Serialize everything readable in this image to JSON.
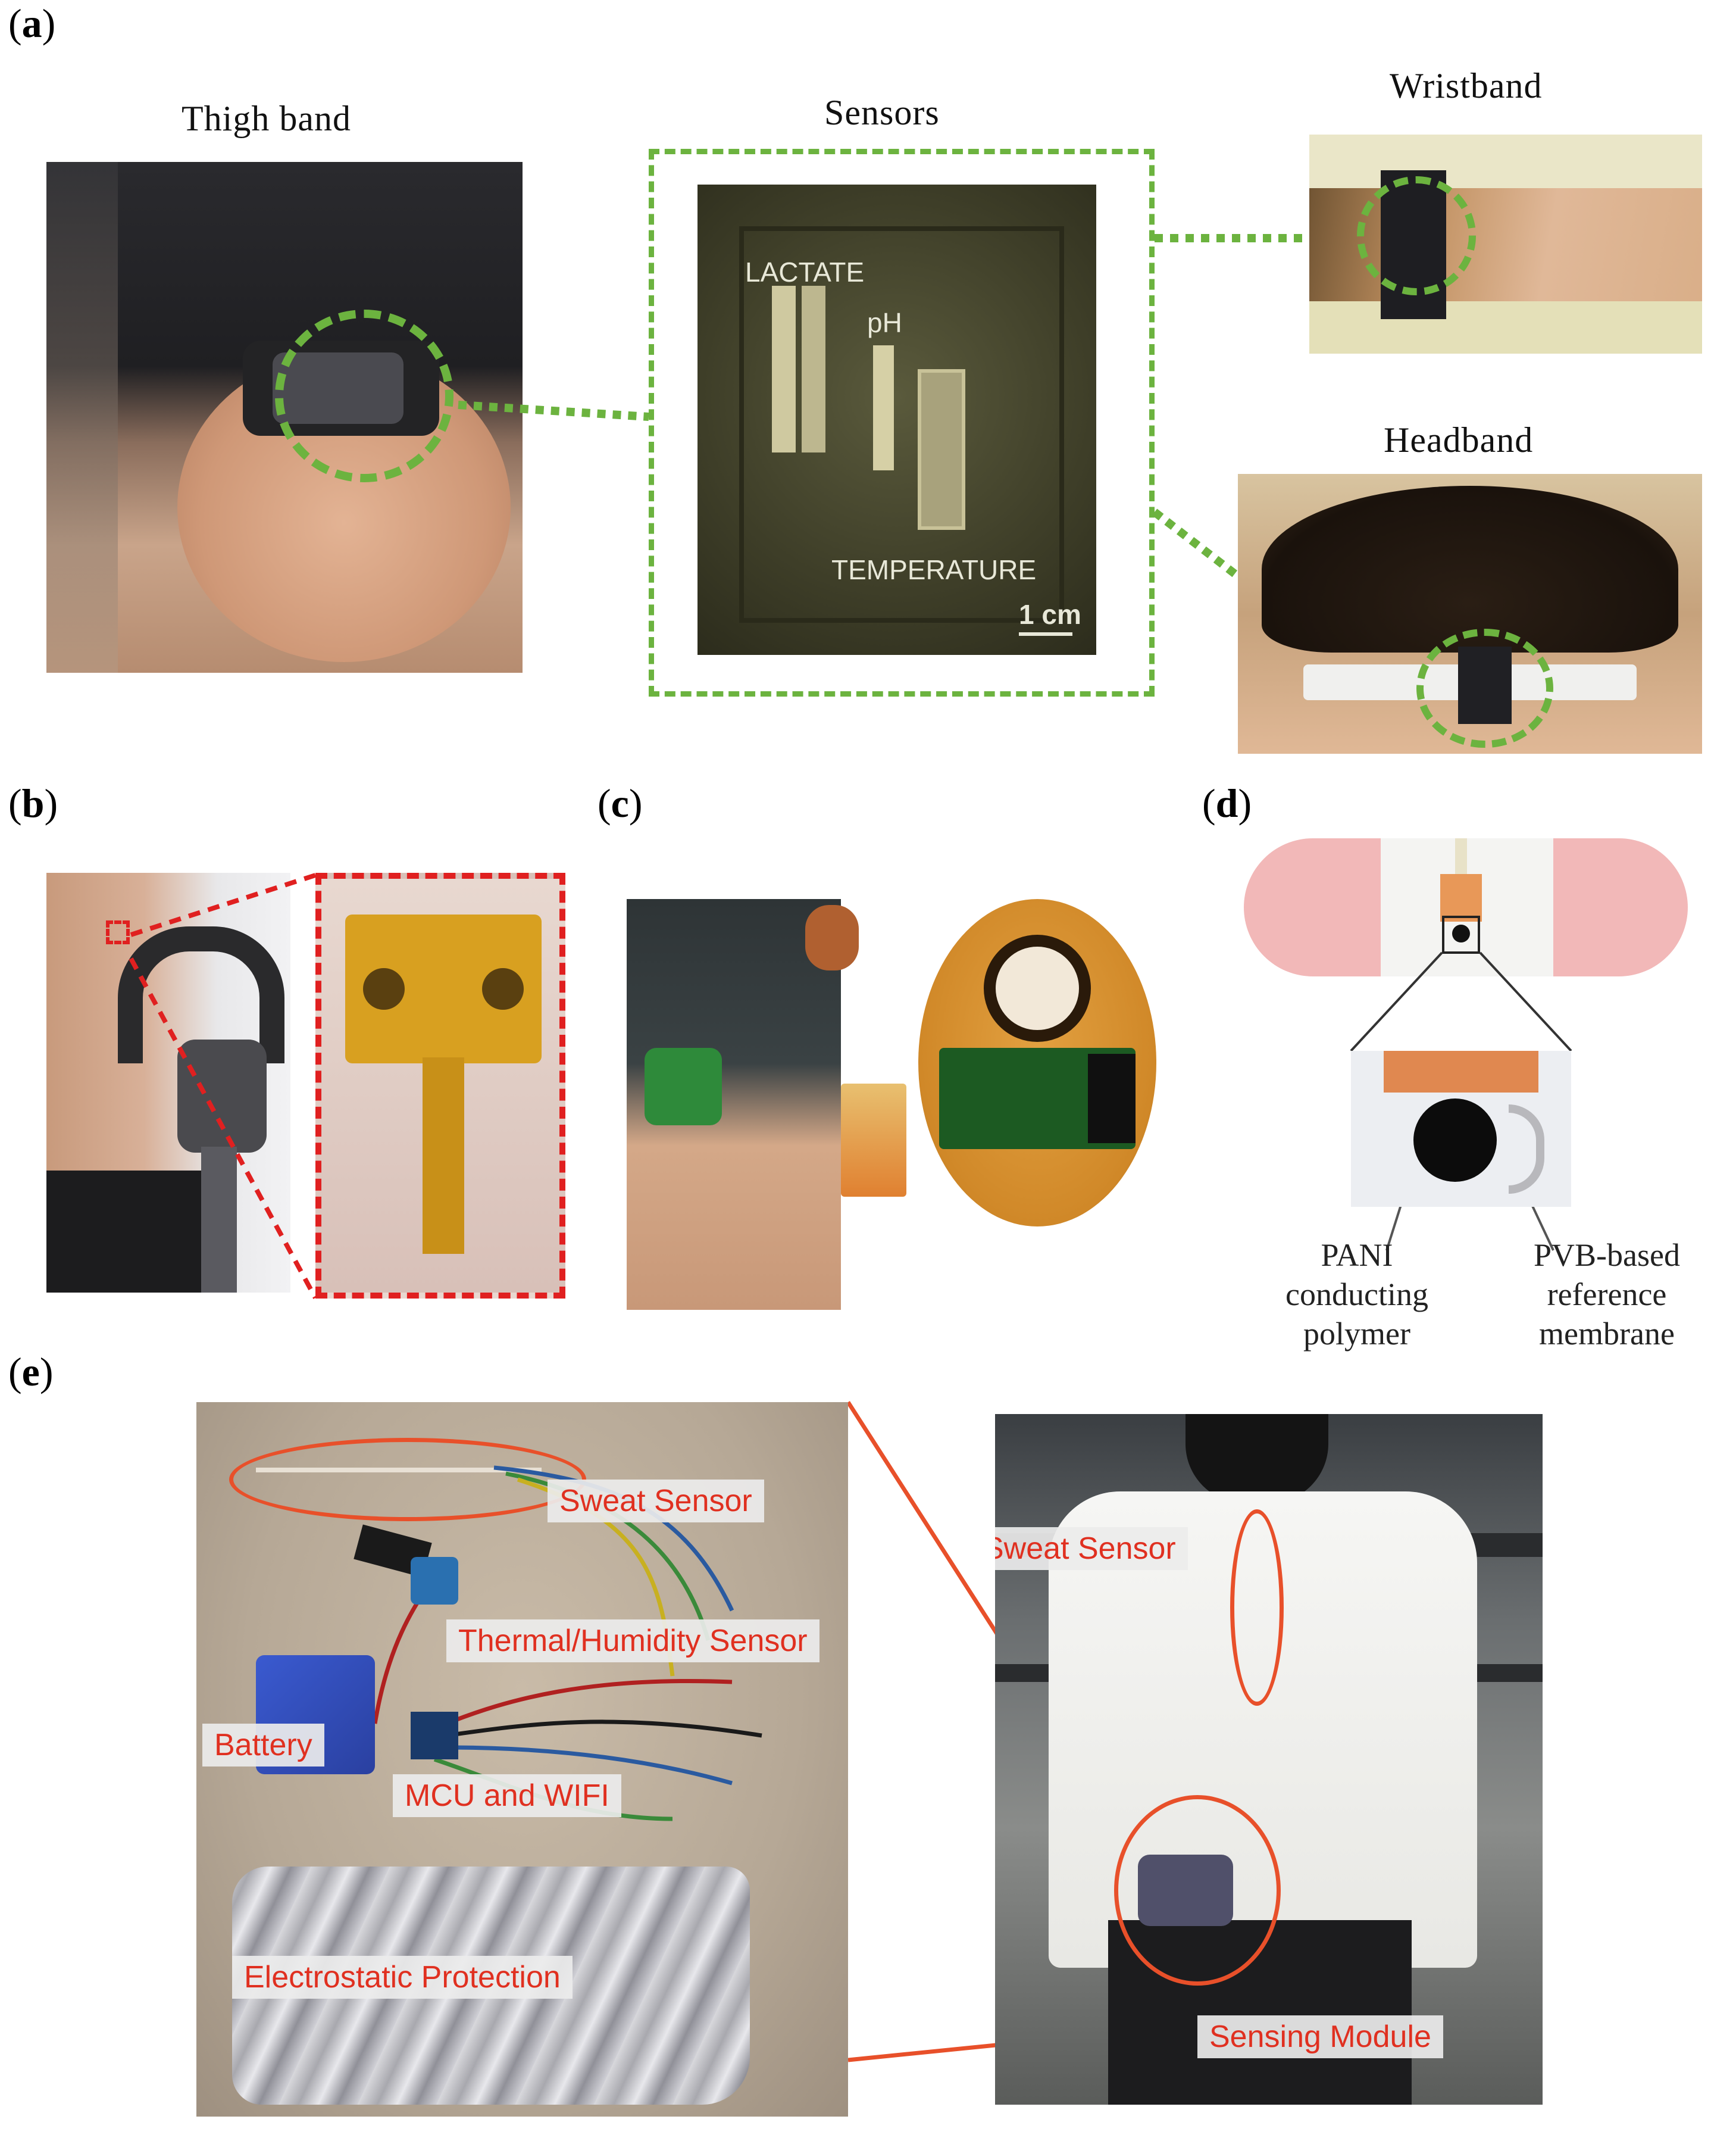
{
  "panels": {
    "a": {
      "label": "a",
      "titles": {
        "thigh": "Thigh band",
        "sensors": "Sensors",
        "wrist": "Wristband",
        "head": "Headband"
      },
      "sensor_labels": {
        "lactate": "LACTATE",
        "ph": "pH",
        "temperature": "TEMPERATURE",
        "scale": "1 cm"
      }
    },
    "b": {
      "label": "b"
    },
    "c": {
      "label": "c"
    },
    "d": {
      "label": "d",
      "annotations": {
        "left": [
          "PANI",
          "conducting",
          "polymer"
        ],
        "right": [
          "PVB-based",
          "reference",
          "membrane"
        ]
      }
    },
    "e": {
      "label": "e",
      "tags": {
        "sweat_left": "Sweat Sensor",
        "thermal": "Thermal/Humidity Sensor",
        "battery": "Battery",
        "mcu": "MCU and WIFI",
        "electrostatic": "Electrostatic Protection",
        "sweat_right": "Sweat Sensor",
        "sensing": "Sensing Module"
      }
    }
  },
  "colors": {
    "green_dash": "#6cb33f",
    "red_dash": "#e02020",
    "orange_line": "#e8502a"
  }
}
